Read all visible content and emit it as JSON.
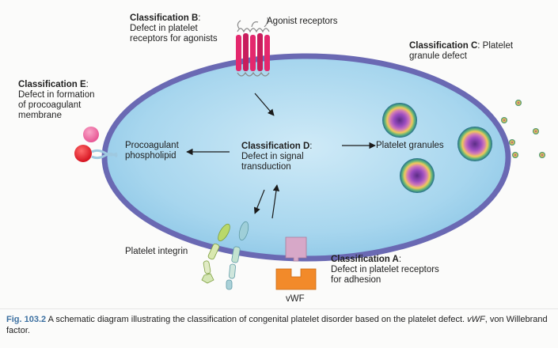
{
  "labels": {
    "class_b": {
      "head": "Classification B",
      "line1": "Defect in platelet",
      "line2": "receptors for agonists"
    },
    "agonist_receptors": "Agonist receptors",
    "class_c": {
      "head": "Classification C",
      "line1_rest": ": Platelet",
      "line2": "granule defect"
    },
    "class_e": {
      "head": "Classification E",
      "line1": "Defect in formation",
      "line2": "of procoagulant",
      "line3": "membrane"
    },
    "procoagulant": {
      "line1": "Procoagulant",
      "line2": "phospholipid"
    },
    "class_d": {
      "head": "Classification D",
      "line1": "Defect in signal",
      "line2": "transduction"
    },
    "platelet_granules": "Platelet granules",
    "platelet_integrin": "Platelet integrin",
    "class_a": {
      "head": "Classification A",
      "line1": "Defect in platelet receptors",
      "line2": "for adhesion"
    },
    "vwf": "vWF"
  },
  "caption": {
    "fig": "Fig. 103.2",
    "text": "A schematic diagram illustrating the classification of congenital platelet disorder based on the platelet defect.",
    "abbr": "vWF",
    "abbr_def": ", von Willebrand factor."
  },
  "colors": {
    "cell_fill": "#a9d7ee",
    "cell_border": "#6a69b3",
    "receptor": "#e4286d",
    "pink_sphere": "#f06aa0",
    "red_sphere": "#e8202a",
    "vwf_top": "#d7a8c8",
    "vwf_bottom": "#f28a2a",
    "integrin_green": "#b9d86a",
    "granule_dot": "#2a8c74"
  }
}
